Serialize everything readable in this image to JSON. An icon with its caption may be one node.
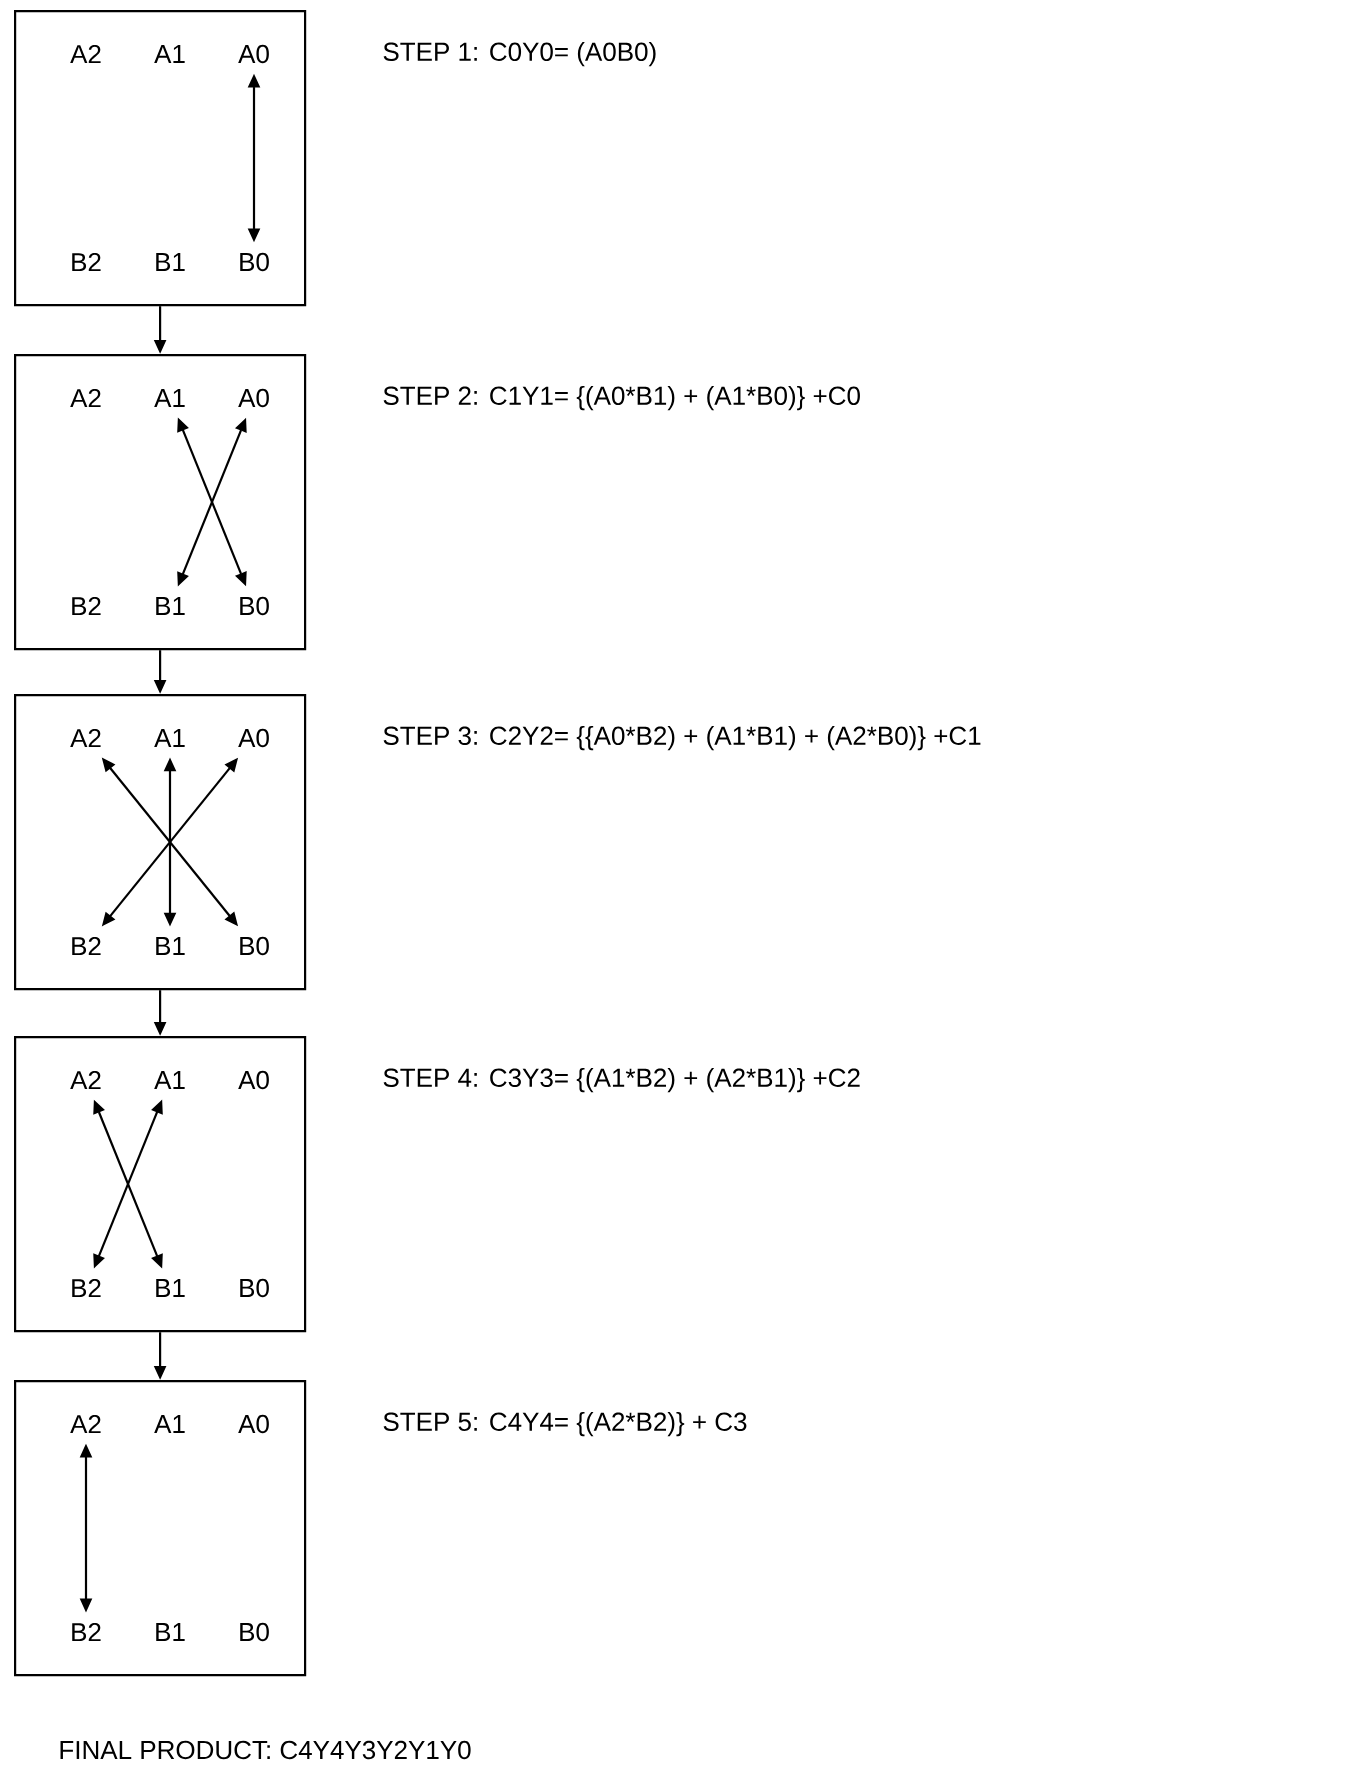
{
  "diagram": {
    "nodes": [
      {
        "text": [],
        "shape": "box",
        "beside": [
          "STEP 1: C0Y0= (A0B0)"
        ]
      },
      {
        "text": [
          "A2"
        ],
        "in": 0
      },
      {
        "text": [
          "A1"
        ],
        "in": 0
      },
      {
        "text": [
          "A0"
        ],
        "in": 0
      },
      {
        "text": [
          "B2"
        ],
        "in": 0
      },
      {
        "text": [
          "B1"
        ],
        "in": 0
      },
      {
        "text": [
          "B0"
        ],
        "in": 0
      },
      {
        "text": [],
        "shape": "box",
        "beside": [
          "STEP 2: C1Y1= {(A0*B1) + (A1*B0)} +C0"
        ]
      },
      {
        "text": [
          "A2"
        ],
        "in": 7
      },
      {
        "text": [
          "A1"
        ],
        "in": 7
      },
      {
        "text": [
          "A0"
        ],
        "in": 7
      },
      {
        "text": [
          "B2"
        ],
        "in": 7
      },
      {
        "text": [
          "B1"
        ],
        "in": 7
      },
      {
        "text": [
          "B0"
        ],
        "in": 7
      },
      {
        "text": [],
        "shape": "box",
        "beside": [
          "STEP 3: C2Y2= {{A0*B2) + (A1*B1) + (A2*B0)} +C1"
        ]
      },
      {
        "text": [
          "A2"
        ],
        "in": 14
      },
      {
        "text": [
          "A1"
        ],
        "in": 14
      },
      {
        "text": [
          "A0"
        ],
        "in": 14
      },
      {
        "text": [
          "B2"
        ],
        "in": 14
      },
      {
        "text": [
          "B1"
        ],
        "in": 14
      },
      {
        "text": [
          "B0"
        ],
        "in": 14
      },
      {
        "text": [],
        "shape": "box",
        "beside": [
          "STEP 4: C3Y3= {(A1*B2) + (A2*B1)} +C2"
        ]
      },
      {
        "text": [
          "A2"
        ],
        "in": 21
      },
      {
        "text": [
          "A1"
        ],
        "in": 21
      },
      {
        "text": [
          "A0"
        ],
        "in": 21
      },
      {
        "text": [
          "B2"
        ],
        "in": 21
      },
      {
        "text": [
          "B1"
        ],
        "in": 21
      },
      {
        "text": [
          "B0"
        ],
        "in": 21
      },
      {
        "text": [],
        "shape": "box",
        "beside": [
          "STEP 5: C4Y4= {(A2*B2)} + C3"
        ]
      },
      {
        "text": [
          "A2"
        ],
        "in": 28
      },
      {
        "text": [
          "A1"
        ],
        "in": 28
      },
      {
        "text": [
          "A0"
        ],
        "in": 28
      },
      {
        "text": [
          "B2"
        ],
        "in": 28
      },
      {
        "text": [
          "B1"
        ],
        "in": 28
      },
      {
        "text": [
          "B0"
        ],
        "in": 28
      }
    ],
    "edges": [
      {
        "from": 3,
        "to": 6,
        "arrow": "both"
      },
      {
        "from": 0,
        "to": 7,
        "arrow": "to"
      },
      {
        "from": 10,
        "to": 12,
        "arrow": "both"
      },
      {
        "from": 9,
        "to": 13,
        "arrow": "both"
      },
      {
        "from": 7,
        "to": 14,
        "arrow": "to"
      },
      {
        "from": 17,
        "to": 18,
        "arrow": "both"
      },
      {
        "from": 16,
        "to": 19,
        "arrow": "both"
      },
      {
        "from": 15,
        "to": 20,
        "arrow": "both"
      },
      {
        "from": 14,
        "to": 21,
        "arrow": "to"
      },
      {
        "from": 23,
        "to": 25,
        "arrow": "both"
      },
      {
        "from": 22,
        "to": 26,
        "arrow": "both"
      },
      {
        "from": 21,
        "to": 28,
        "arrow": "to"
      },
      {
        "from": 29,
        "to": 32,
        "arrow": "both"
      }
    ],
    "labels": [
      "FINAL PRODUCT: C4Y4Y3Y2Y1Y0"
    ]
  }
}
